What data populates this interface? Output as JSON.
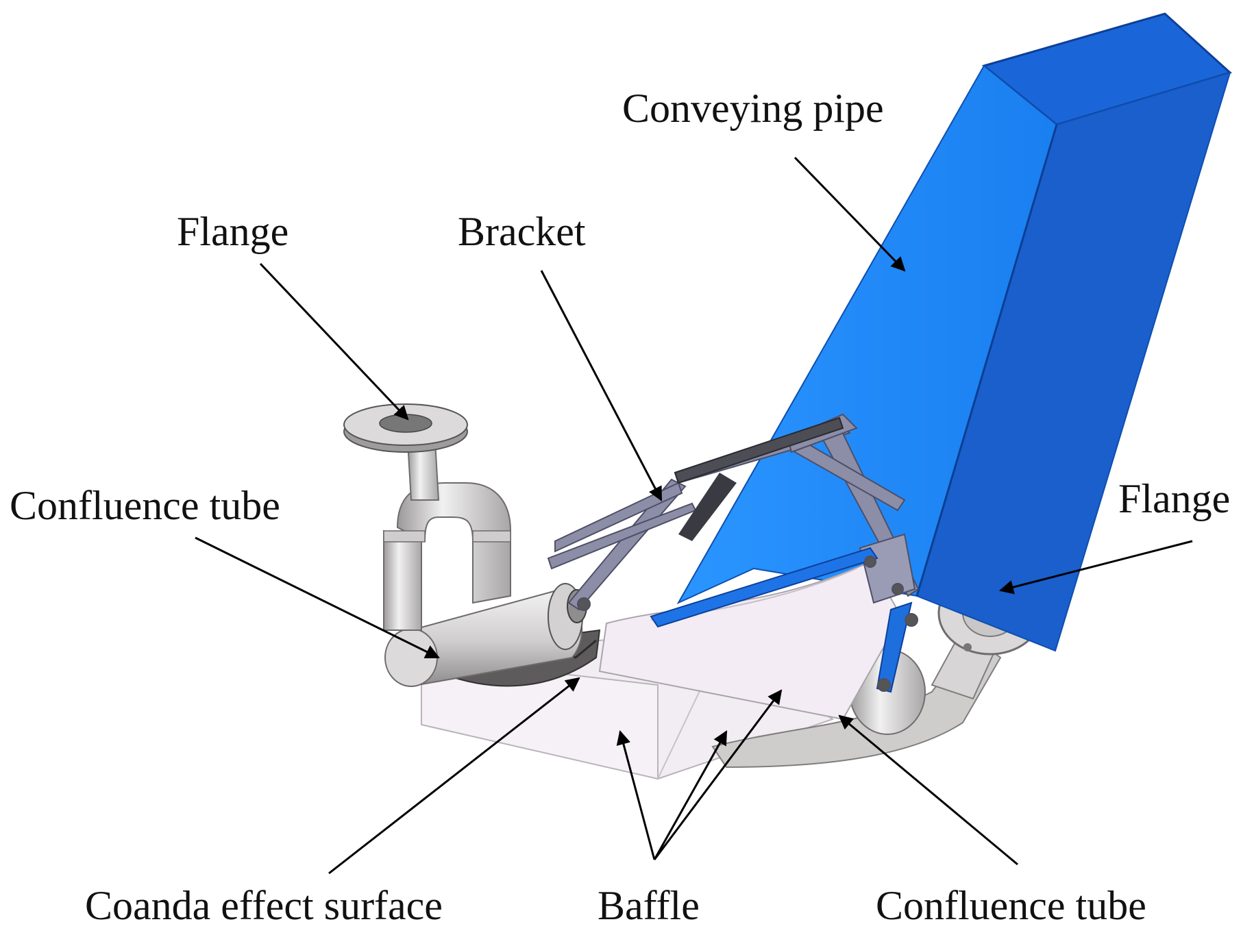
{
  "labels": {
    "conveying_pipe": "Conveying pipe",
    "flange_top_left": "Flange",
    "bracket": "Bracket",
    "confluence_tube_left": "Confluence tube",
    "flange_right": "Flange",
    "coanda_effect_surface": "Coanda effect surface",
    "baffle": "Baffle",
    "confluence_tube_right": "Confluence tube"
  },
  "colors": {
    "conveying_pipe": "#1E88F5",
    "conveying_pipe_dark": "#1558C8",
    "bracket": "#8C8EA8",
    "baffle": "#F1EAF2",
    "tubes": "#D9D7D7",
    "leader_lines": "#000000"
  }
}
